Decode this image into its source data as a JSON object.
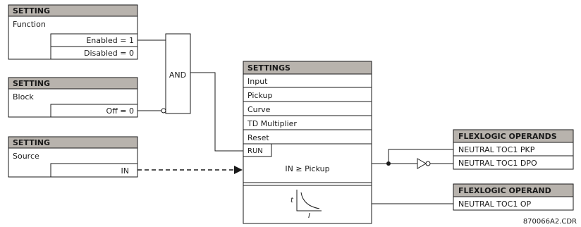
{
  "setting_function": {
    "header": "SETTING",
    "label": "Function",
    "option1": "Enabled = 1",
    "option2": "Disabled = 0"
  },
  "setting_block": {
    "header": "SETTING",
    "label": "Block",
    "option1": "Off = 0"
  },
  "setting_source": {
    "header": "SETTING",
    "label": "Source",
    "option1": "IN"
  },
  "and_gate": {
    "label": "AND"
  },
  "settings_main": {
    "header": "SETTINGS",
    "rows": [
      "Input",
      "Pickup",
      "Curve",
      "TD Multiplier",
      "Reset"
    ],
    "run": "RUN",
    "condition": "IN ≥ Pickup",
    "curve_t": "t",
    "curve_i": "I"
  },
  "operands_top": {
    "header": "FLEXLOGIC OPERANDS",
    "items": [
      "NEUTRAL TOC1 PKP",
      "NEUTRAL TOC1 DPO"
    ]
  },
  "operand_bottom": {
    "header": "FLEXLOGIC OPERAND",
    "items": [
      "NEUTRAL TOC1 OP"
    ]
  },
  "figure_id": "870066A2.CDR"
}
